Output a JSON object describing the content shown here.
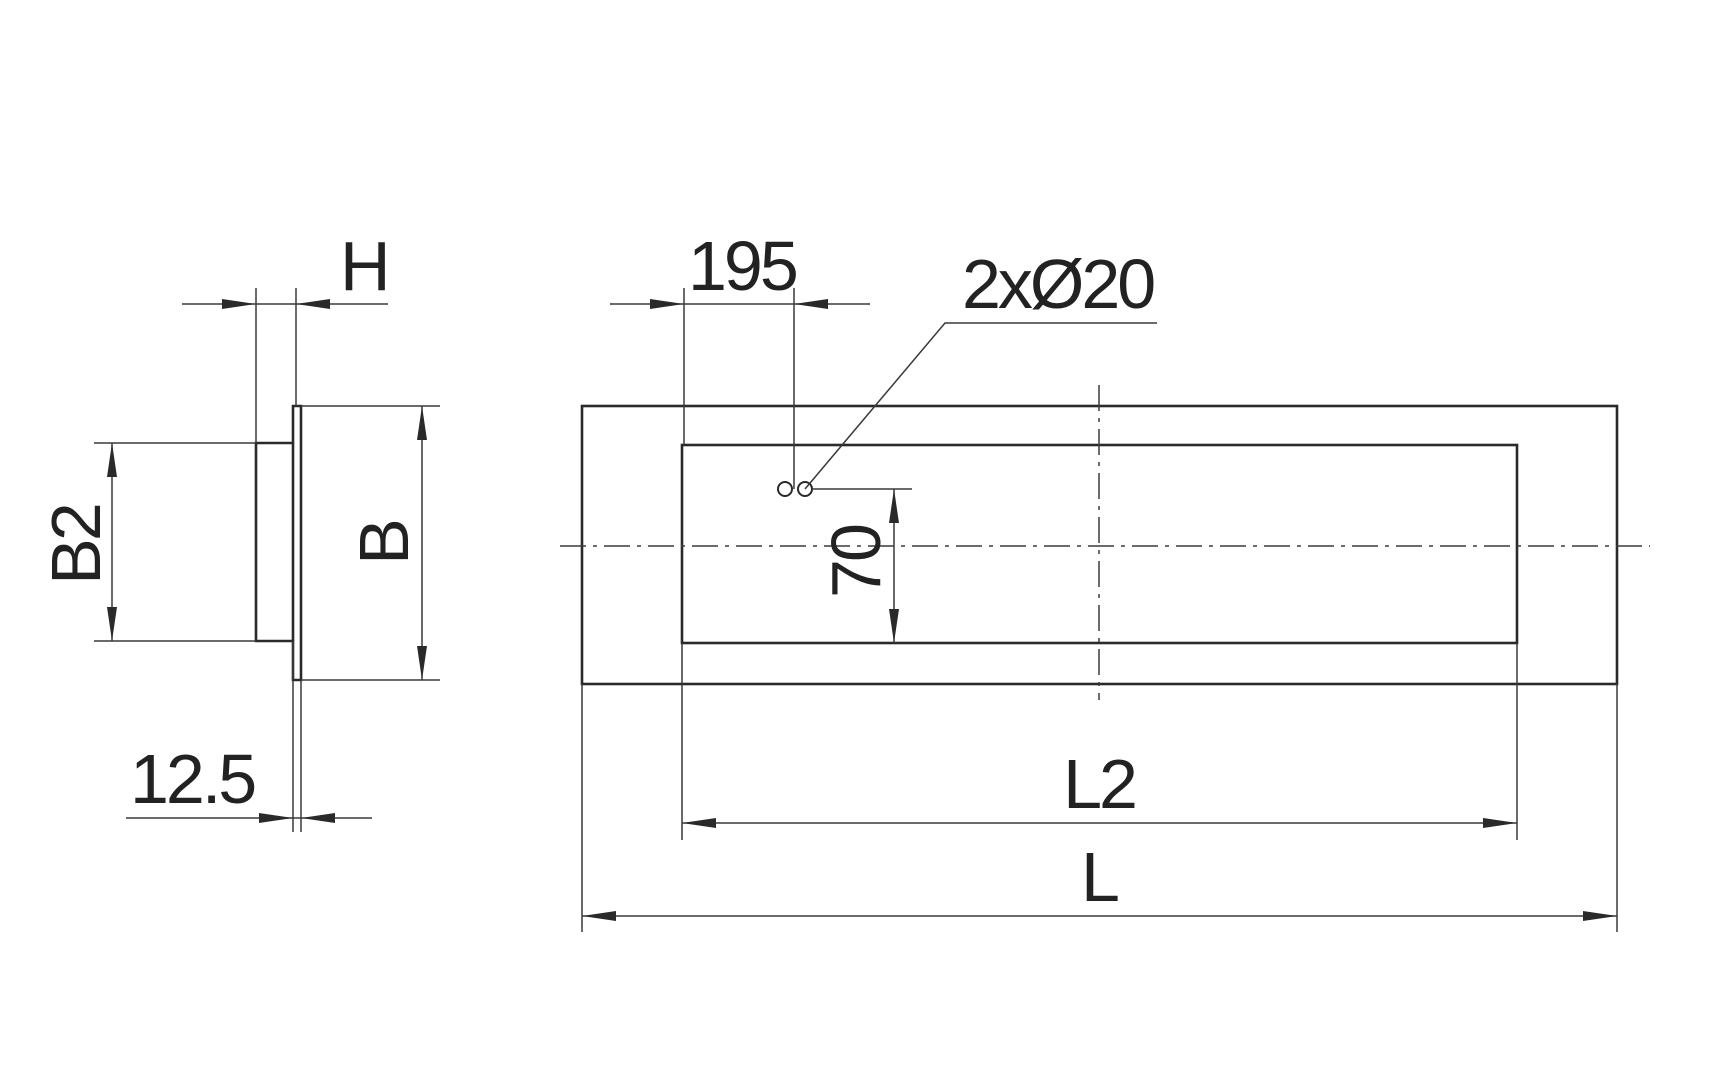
{
  "labels": {
    "h": "H",
    "b2": "B2",
    "b": "B",
    "offset_12_5": "12.5",
    "dim_195": "195",
    "holes": "2xØ20",
    "dim_70": "70",
    "l2": "L2",
    "l": "L"
  }
}
